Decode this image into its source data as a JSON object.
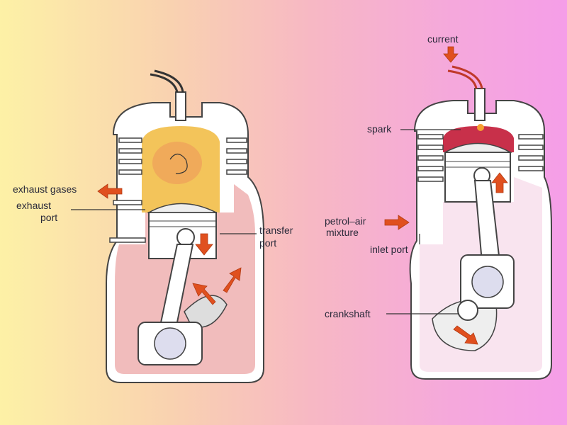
{
  "left_engine": {
    "labels": {
      "exhaust_gases": "exhaust gases",
      "exhaust_port_1": "exhaust",
      "exhaust_port_2": "port",
      "transfer_port_1": "transfer",
      "transfer_port_2": "port"
    }
  },
  "right_engine": {
    "labels": {
      "current": "current",
      "spark": "spark",
      "petrol_air_1": "petrol–air",
      "petrol_air_2": "mixture",
      "inlet_port": "inlet port",
      "crankshaft": "crankshaft"
    }
  },
  "colors": {
    "arrow": "#e0501f",
    "exhaust_gas": "#f2c25a",
    "crankcase": "#f0b8b8",
    "combustion": "#c8304a"
  }
}
